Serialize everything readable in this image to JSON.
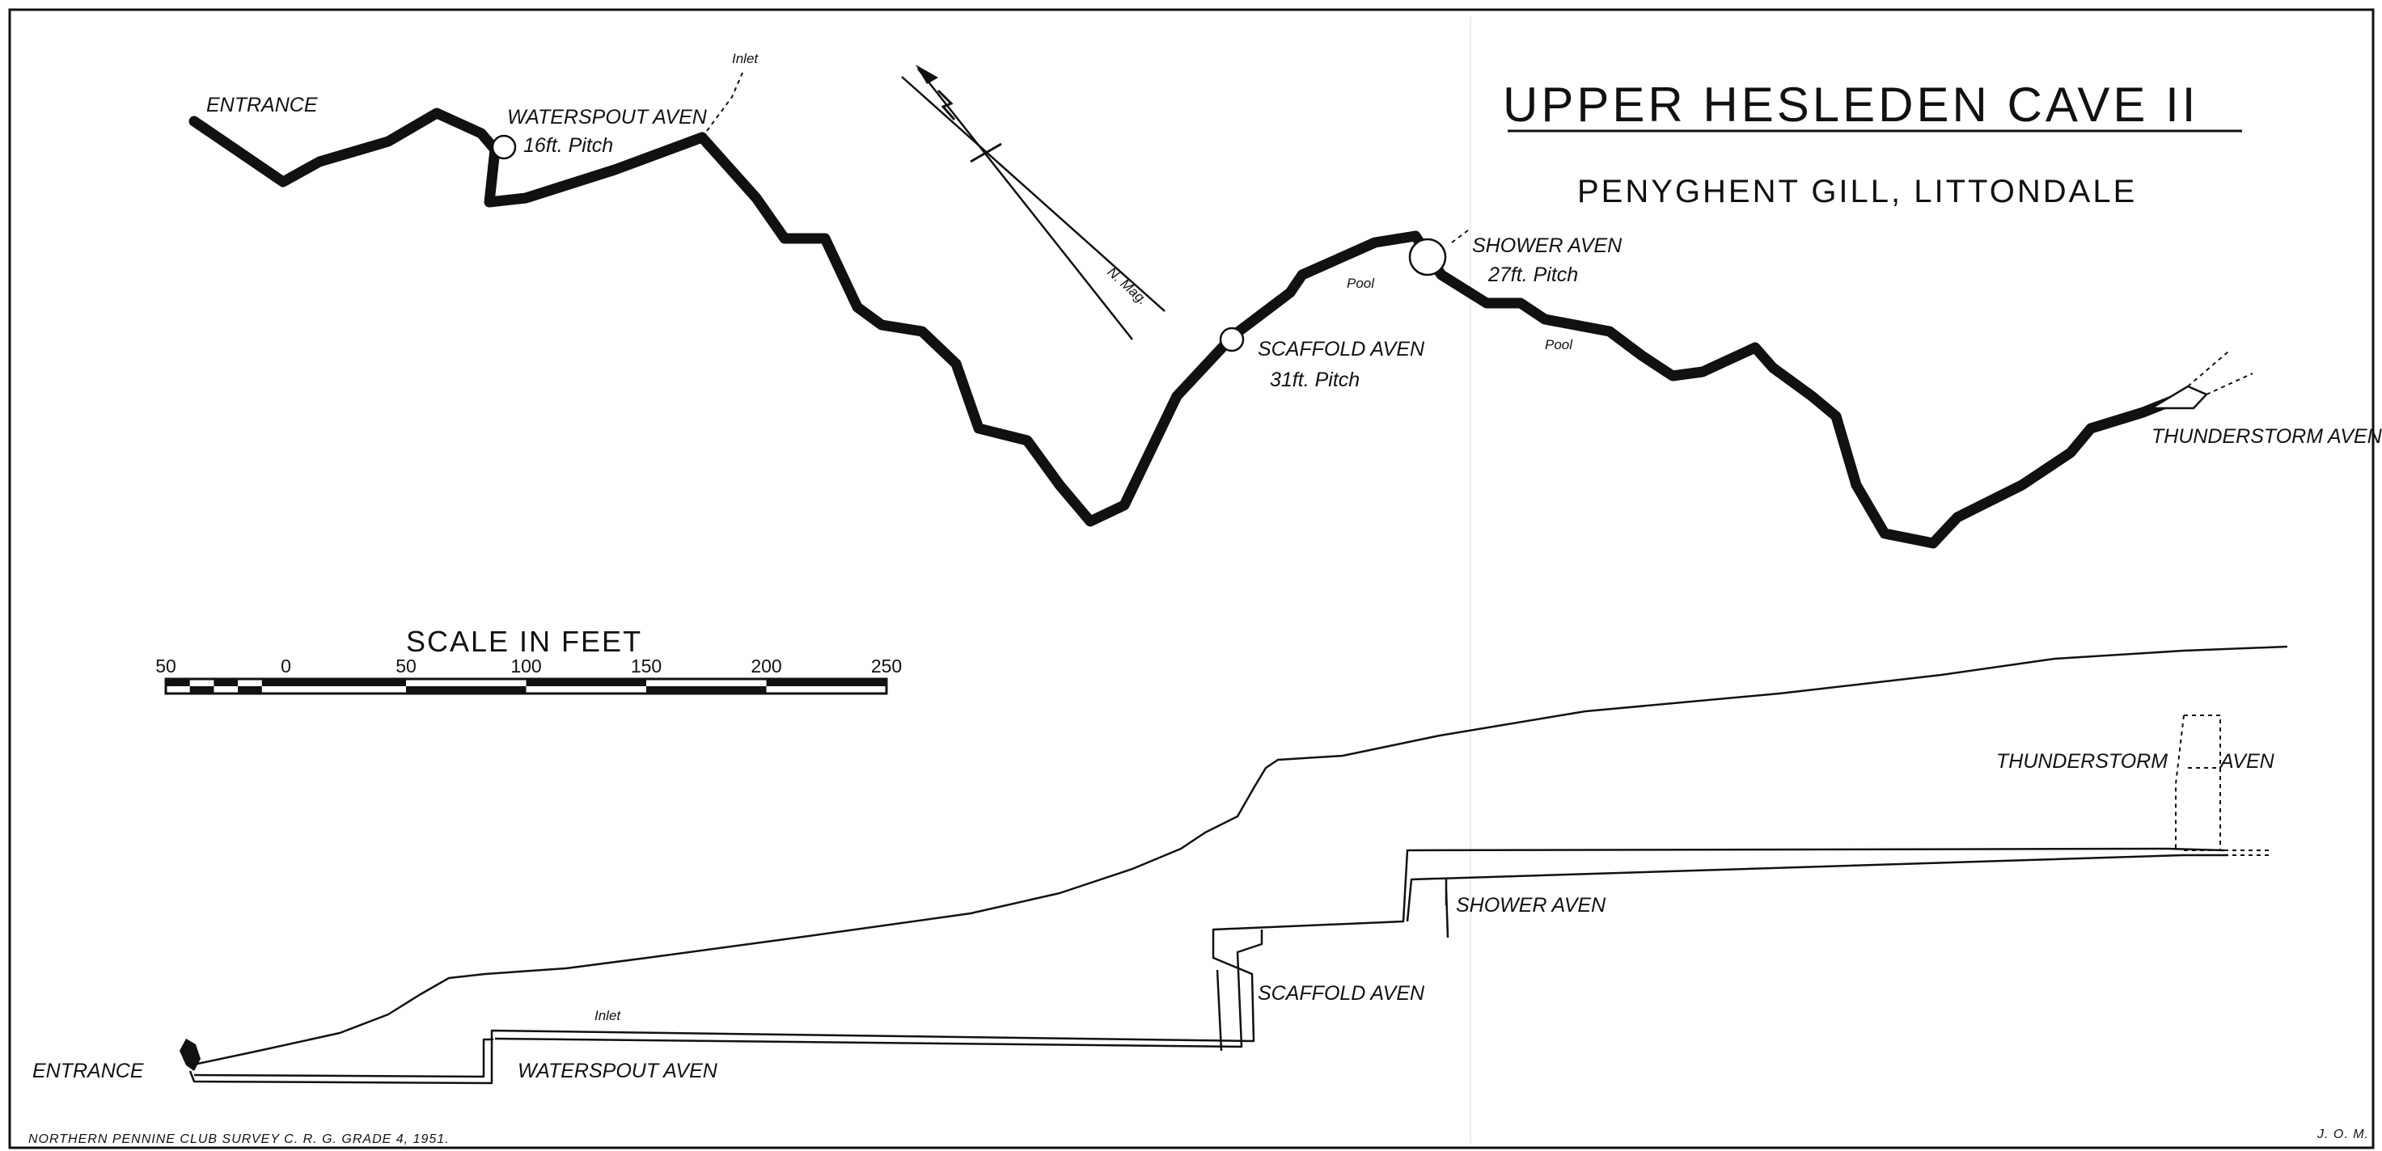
{
  "title": "UPPER HESLEDEN CAVE II",
  "subtitle": "PENYGHENT GILL, LITTONDALE",
  "north_label": "N. Mag.",
  "plan": {
    "entrance": "ENTRANCE",
    "inlet": "Inlet",
    "waterspout": "WATERSPOUT AVEN",
    "waterspout_pitch": "16ft. Pitch",
    "scaffold": "SCAFFOLD AVEN",
    "scaffold_pitch": "31ft. Pitch",
    "shower": "SHOWER AVEN",
    "shower_pitch": "27ft. Pitch",
    "pool_1": "Pool",
    "pool_2": "Pool",
    "thunderstorm": "THUNDERSTORM AVEN"
  },
  "scale": {
    "title": "SCALE IN FEET",
    "ticks": [
      "50",
      "0",
      "50",
      "100",
      "150",
      "200",
      "250"
    ]
  },
  "section": {
    "entrance": "ENTRANCE",
    "inlet": "Inlet",
    "waterspout": "WATERSPOUT AVEN",
    "scaffold": "SCAFFOLD AVEN",
    "shower": "SHOWER AVEN",
    "thunderstorm": "THUNDERSTORM",
    "aven": "AVEN"
  },
  "footer": {
    "survey": "NORTHERN PENNINE CLUB SURVEY   C. R. G. GRADE 4, 1951.",
    "initials": "J. O. M."
  }
}
